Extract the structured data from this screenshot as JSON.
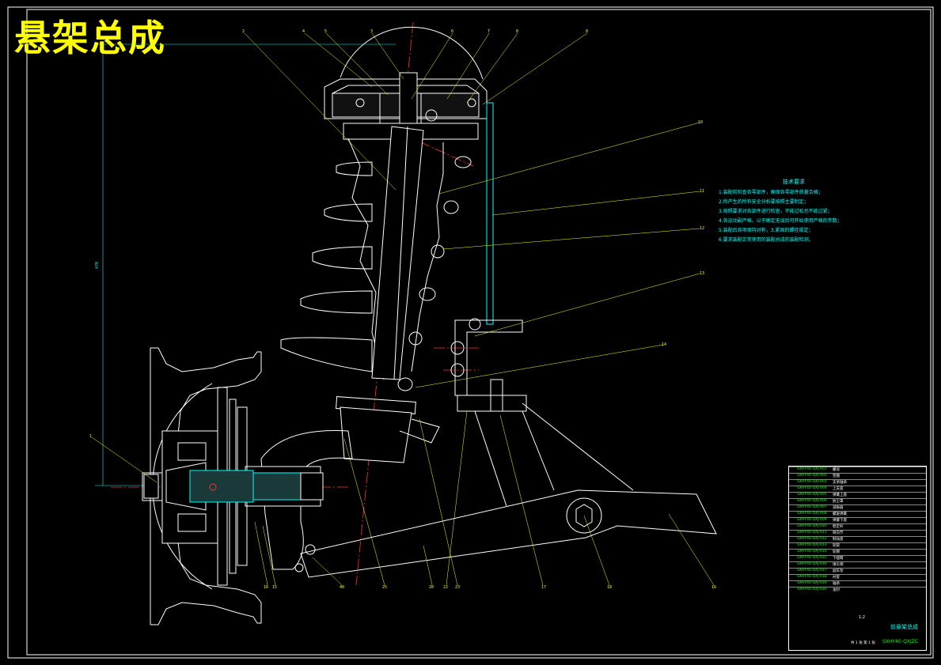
{
  "title": "悬架总成",
  "notes": {
    "heading": "技术要求",
    "items": [
      "1.装配前检查各零部件，确保各零部件质量合格；",
      "2.所产生的所有安全分析要按照主要制定；",
      "3.按照要求对各部件进行检查，不能过松也不能过紧；",
      "4.各运动副严格，以于确定无误后可开始使用严格的参数；",
      "5.装配后各项保持对称，3.紧固的螺栓规定；",
      "6.要求装配正常使用的装配总成的装配检测。"
    ]
  },
  "dimension": "470",
  "callouts": {
    "top": [
      "2",
      "4",
      "5",
      "3",
      "6",
      "7",
      "8",
      "8"
    ],
    "right": [
      "10",
      "11",
      "12",
      "13",
      "14"
    ],
    "bottom": [
      "1",
      "16",
      "15",
      "40",
      "25",
      "20",
      "22",
      "23",
      "17",
      "18",
      "16"
    ]
  },
  "title_block": {
    "drawing_name": "前悬架总成",
    "drawing_number": "SXHY40-QXJZC",
    "scale": "1:2",
    "sheet": "共 1 张 第 1 张",
    "rows": [
      {
        "code": "SXHY40-QXJ-001",
        "name": "螺母"
      },
      {
        "code": "SXHY40-QXJ-002",
        "name": "垫圈"
      },
      {
        "code": "SXHY40-QXJ-003",
        "name": "支承轴承"
      },
      {
        "code": "SXHY40-QXJ-004",
        "name": "上支座"
      },
      {
        "code": "SXHY40-QXJ-005",
        "name": "弹簧上座"
      },
      {
        "code": "SXHY40-QXJ-006",
        "name": "防尘罩"
      },
      {
        "code": "SXHY40-QXJ-007",
        "name": "减振器"
      },
      {
        "code": "SXHY40-QXJ-008",
        "name": "螺旋弹簧"
      },
      {
        "code": "SXHY40-QXJ-009",
        "name": "弹簧下座"
      },
      {
        "code": "SXHY40-QXJ-010",
        "name": "稳定杆"
      },
      {
        "code": "SXHY40-QXJ-011",
        "name": "转向节"
      },
      {
        "code": "SXHY40-QXJ-012",
        "name": "制动盘"
      },
      {
        "code": "SXHY40-QXJ-013",
        "name": "轮毂"
      },
      {
        "code": "SXHY40-QXJ-014",
        "name": "轮辋"
      },
      {
        "code": "SXHY40-QXJ-015",
        "name": "下摆臂"
      },
      {
        "code": "SXHY40-QXJ-016",
        "name": "球头销"
      },
      {
        "code": "SXHY40-QXJ-017",
        "name": "副车架"
      },
      {
        "code": "SXHY40-QXJ-018",
        "name": "衬套"
      },
      {
        "code": "SXHY40-QXJ-019",
        "name": "轴承"
      },
      {
        "code": "SXHY40-QXJ-020",
        "name": "油封"
      }
    ]
  }
}
